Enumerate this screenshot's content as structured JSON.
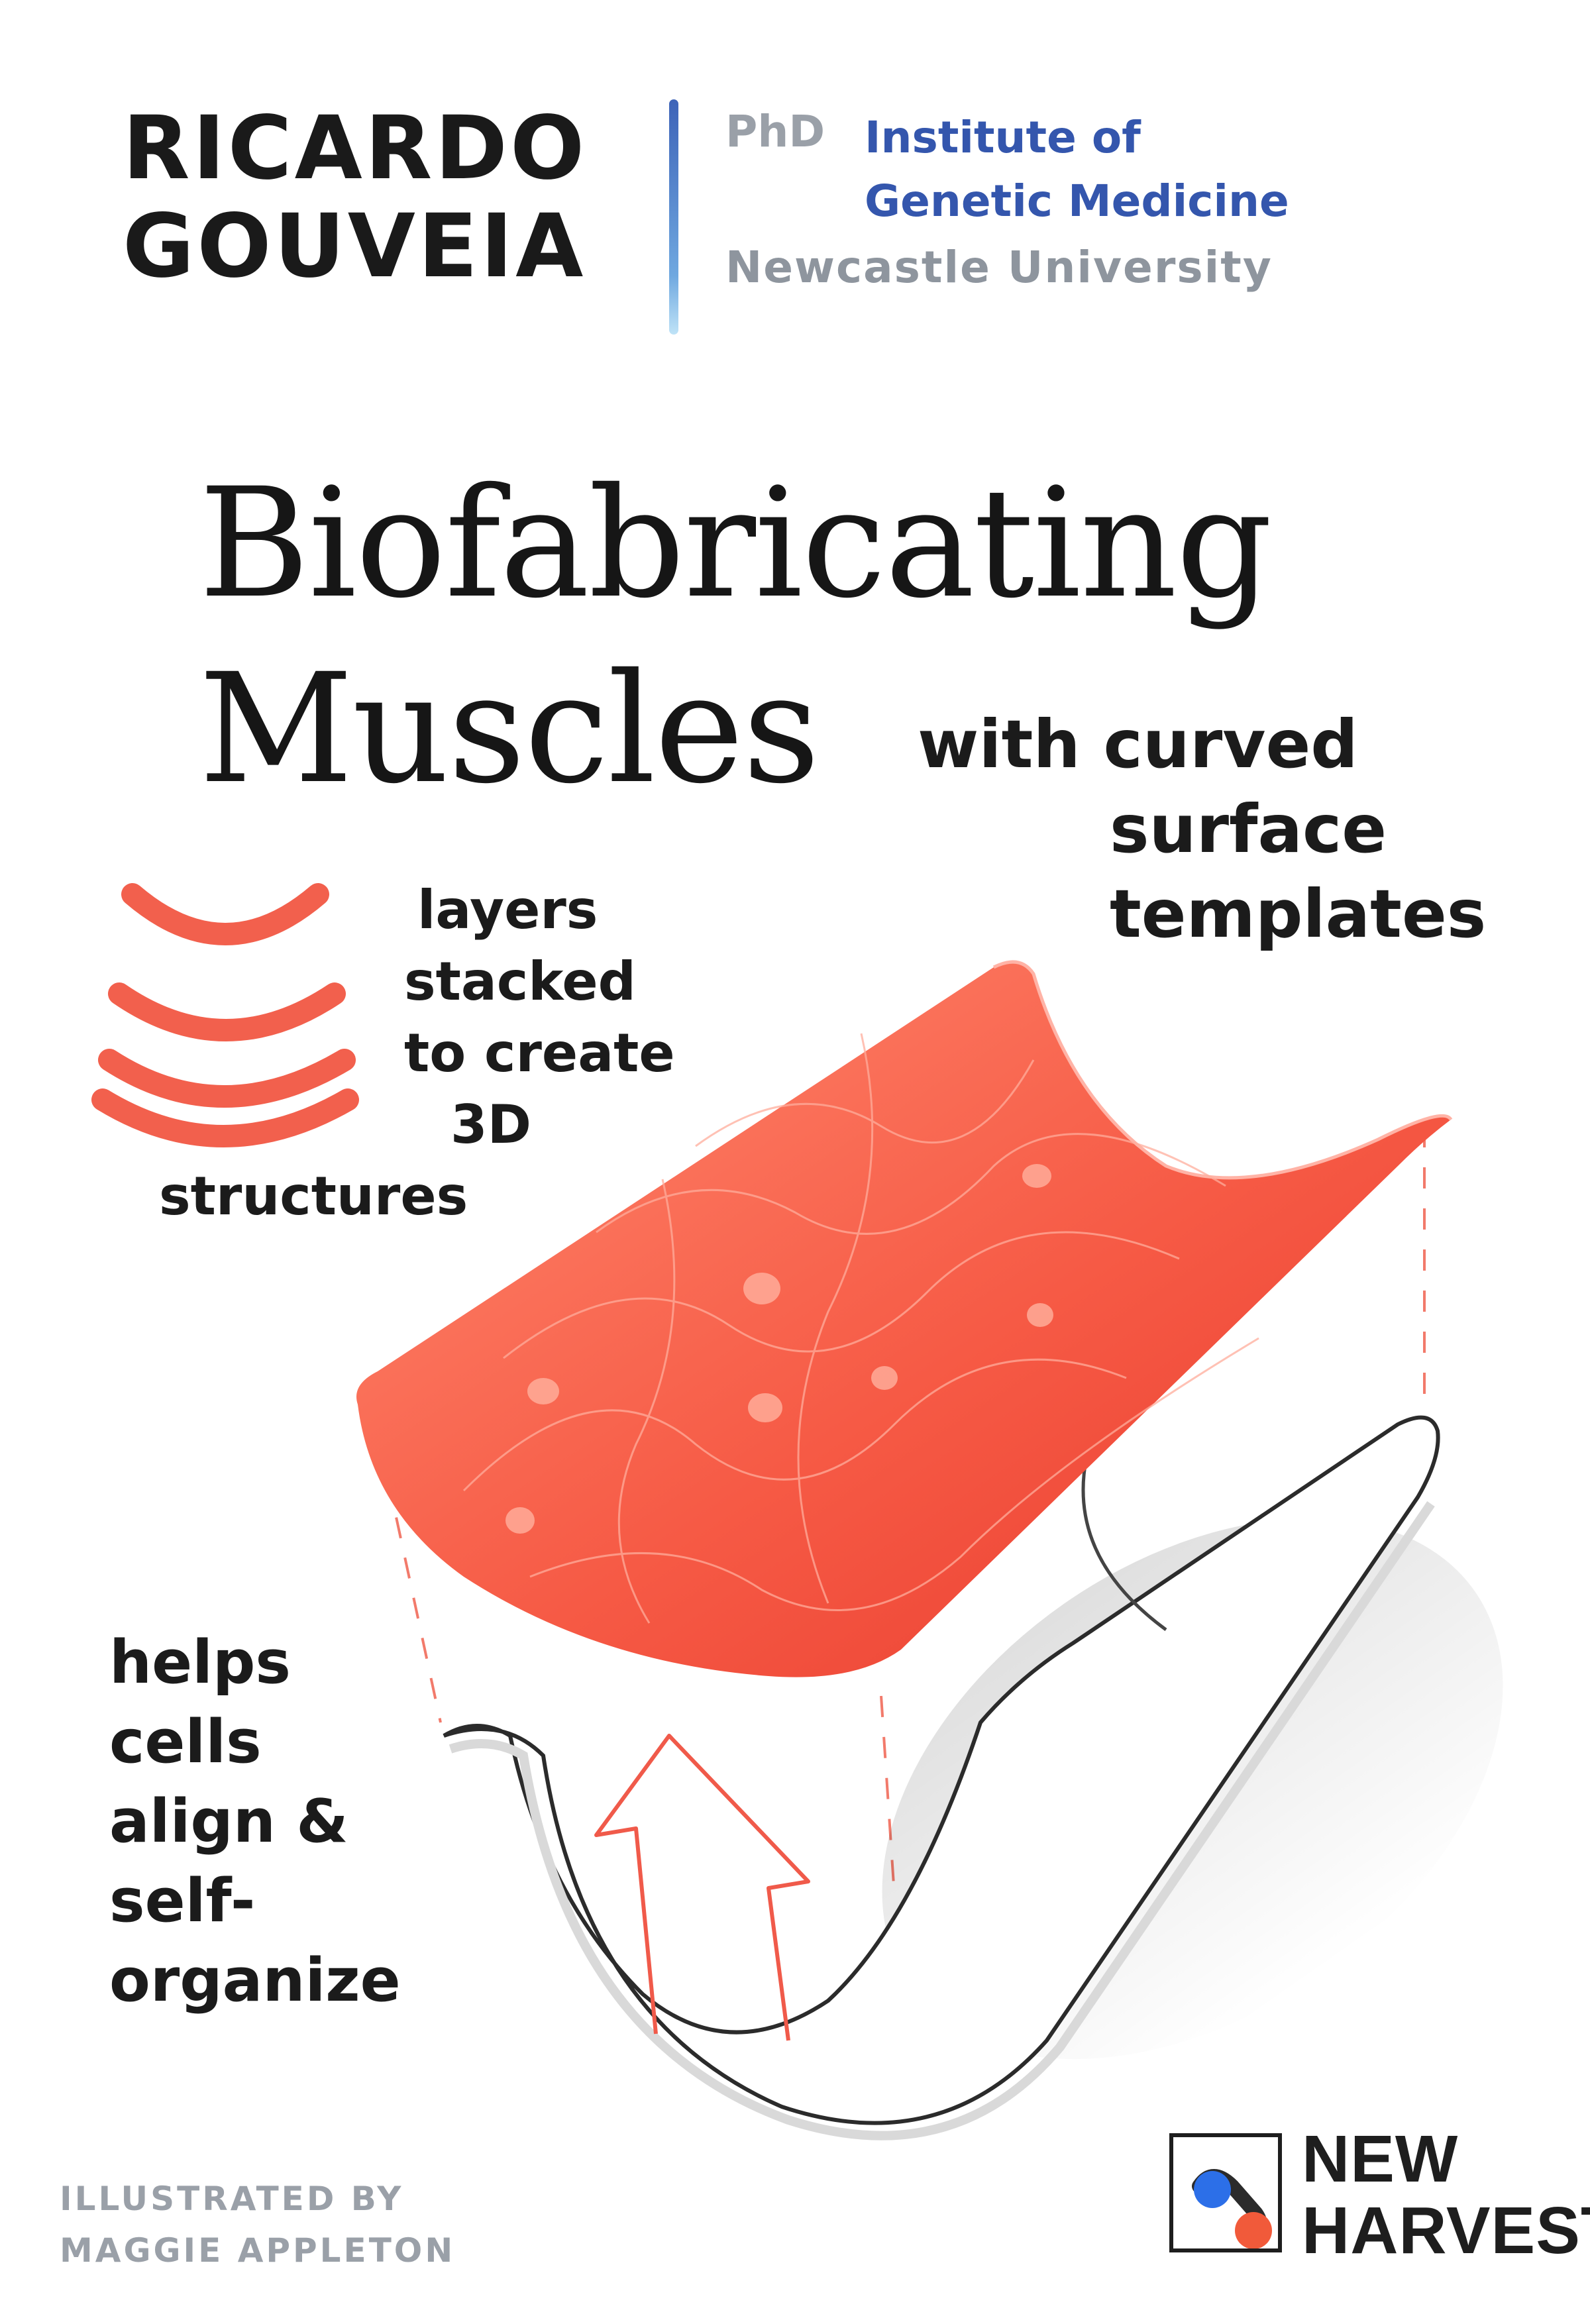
{
  "author": {
    "first": "RICARDO",
    "last": "GOUVEIA"
  },
  "affiliation": {
    "degree": "PhD",
    "institute_line1": "Institute of",
    "institute_line2": "Genetic Medicine",
    "university": "Newcastle University"
  },
  "title": {
    "line1": "Biofabricating",
    "line2": "Muscles"
  },
  "subtitle": {
    "line1": "with curved",
    "line2": "surface",
    "line3": "templates"
  },
  "note_layers": {
    "line1": "layers",
    "line2": "stacked",
    "line3": "to create",
    "line4": "3D",
    "line5": "structures"
  },
  "note_cells": {
    "line1": "helps",
    "line2": "cells",
    "line3": "align &",
    "line4": "self-",
    "line5": "organize"
  },
  "credit": {
    "line1": "ILLUSTRATED BY",
    "line2": "MAGGIE APPLETON"
  },
  "logo": {
    "line1": "NEW",
    "line2": "HARVEST"
  },
  "colors": {
    "muscle": "#f2493b",
    "muscle_light": "#ff7a66",
    "accent_blue": "#3456ad",
    "gray_text": "#9aa0a8"
  }
}
